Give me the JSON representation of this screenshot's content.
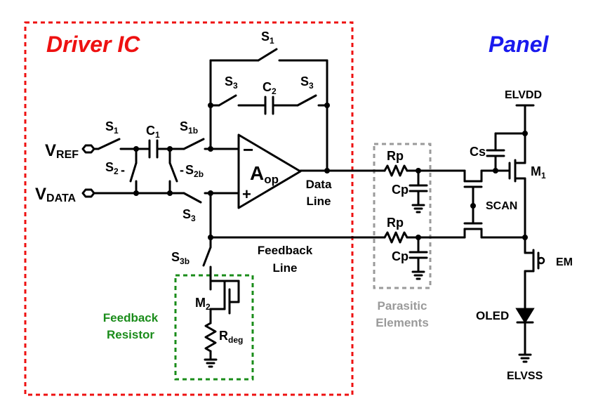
{
  "colors": {
    "driver_box": "#ee1111",
    "panel_title": "#1a1aee",
    "parasitic_box": "#9a9a9a",
    "feedback_box": "#1a8c1a"
  },
  "blocks": {
    "driver_title": "Driver IC",
    "panel_title": "Panel",
    "parasitic_label_1": "Parasitic",
    "parasitic_label_2": "Elements",
    "feedback_label_1": "Feedback",
    "feedback_label_2": "Resistor"
  },
  "labels": {
    "vref_main": "V",
    "vref_sub": "REF",
    "vdata_main": "V",
    "vdata_sub": "DATA",
    "s1_top_main": "S",
    "s1_top_sub": "1",
    "s3_left_main": "S",
    "s3_left_sub": "3",
    "c2_main": "C",
    "c2_sub": "2",
    "s3_right_main": "S",
    "s3_right_sub": "3",
    "s1_in_main": "S",
    "s1_in_sub": "1",
    "c1_main": "C",
    "c1_sub": "1",
    "s1b_main": "S",
    "s1b_sub": "1b",
    "s2_main": "S",
    "s2_sub": "2",
    "s2b_main": "S",
    "s2b_sub": "2b",
    "s3_low_main": "S",
    "s3_low_sub": "3",
    "s3b_main": "S",
    "s3b_sub": "3b",
    "aop_main": "A",
    "aop_sub": "op",
    "opamp_minus": "−",
    "opamp_plus": "+",
    "data_line_1": "Data",
    "data_line_2": "Line",
    "feedback_line_1": "Feedback",
    "feedback_line_2": "Line",
    "rp_top": "Rp",
    "cp_top": "Cp",
    "rp_bottom": "Rp",
    "cp_bottom": "Cp",
    "m2_main": "M",
    "m2_sub": "2",
    "rdeg_main": "R",
    "rdeg_sub": "deg",
    "cs": "Cs",
    "m1_main": "M",
    "m1_sub": "1",
    "scan": "SCAN",
    "em": "EM",
    "oled": "OLED",
    "elvdd": "ELVDD",
    "elvss": "ELVSS"
  }
}
